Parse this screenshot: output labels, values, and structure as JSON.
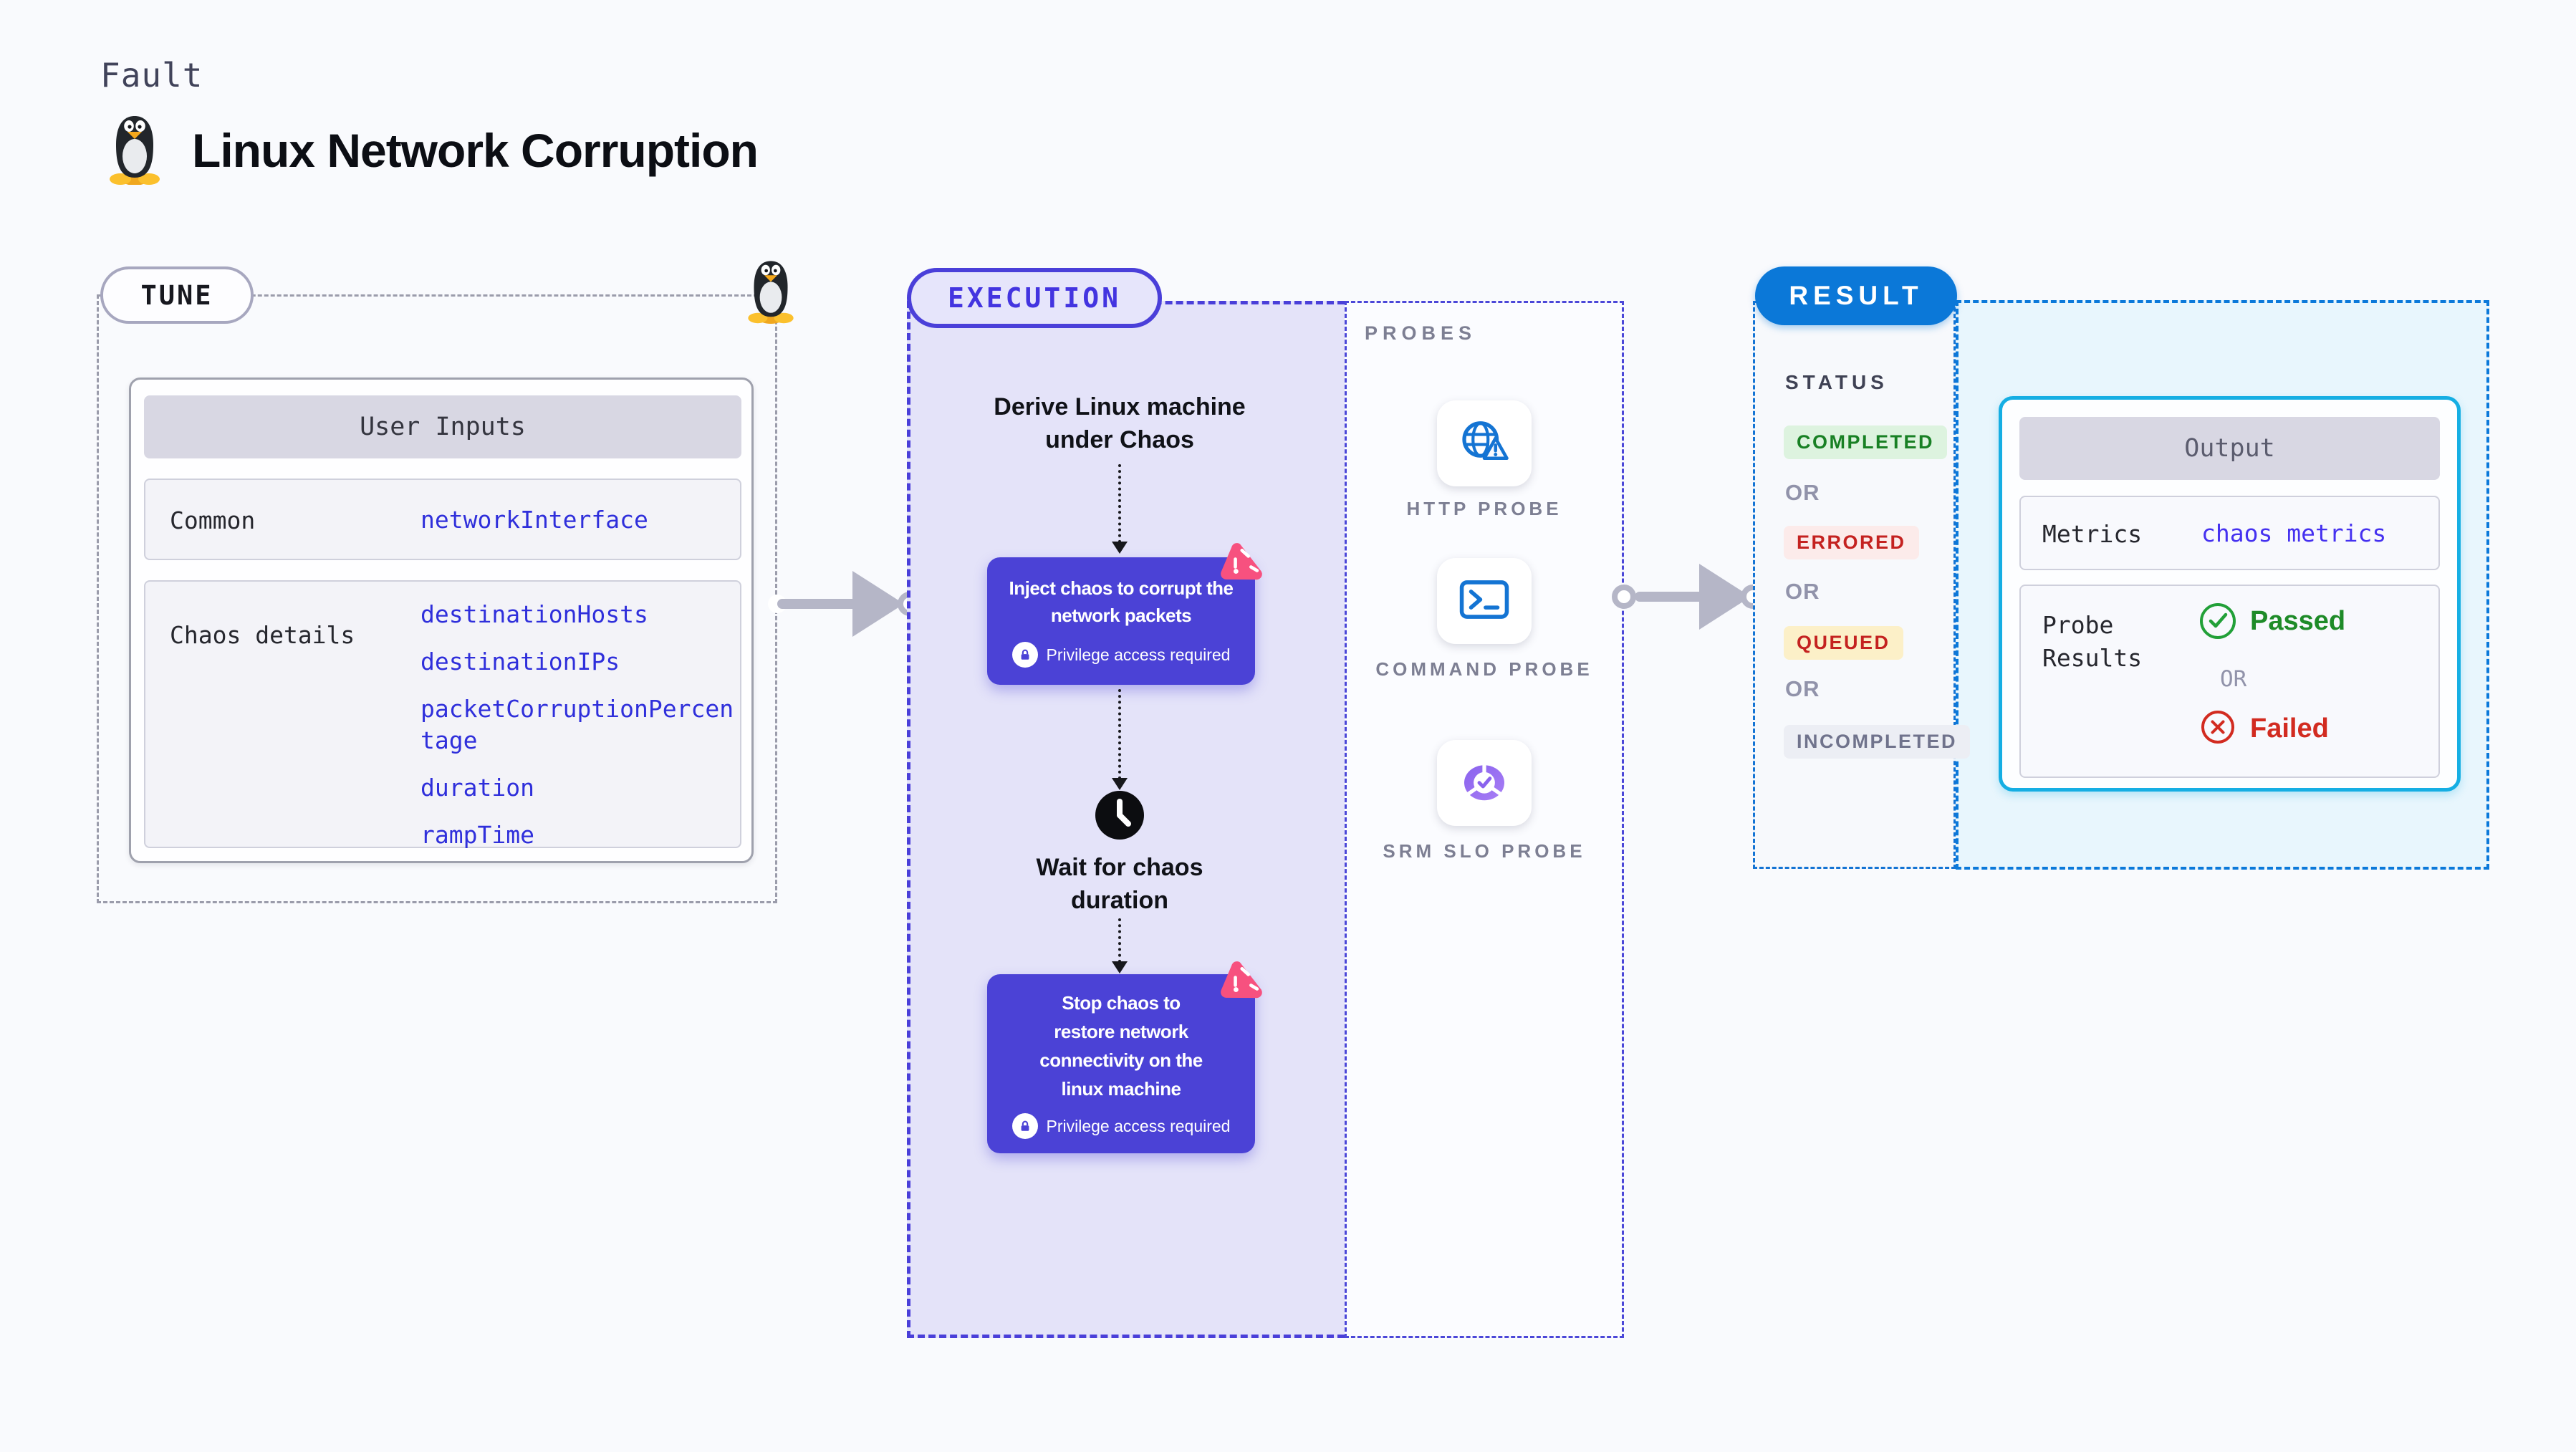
{
  "colors": {
    "background": "#f9fafd",
    "accent_purple": "#4b42d6",
    "execution_fill": "#e4e3f9",
    "result_blue": "#0b78d8",
    "output_border_cyan": "#15aee3",
    "output_fill_cyan": "#e8f6fd",
    "value_link_blue": "#2f2fdb",
    "arrow_gray": "#b5b6c7",
    "chaos_icon_pink": "#f7517f",
    "completed_green": "#188024",
    "errored_red": "#c42220",
    "passed_green": "#1e8b28",
    "failed_red": "#d22b20"
  },
  "header": {
    "eyebrow": "Fault",
    "title": "Linux Network Corruption",
    "title_icon": "linux-penguin-icon"
  },
  "tune": {
    "badge": "TUNE",
    "corner_icon": "linux-penguin-icon",
    "user_inputs": {
      "header": "User Inputs",
      "rows": [
        {
          "label": "Common",
          "values": [
            "networkInterface"
          ]
        },
        {
          "label": "Chaos details",
          "values": [
            "destinationHosts",
            "destinationIPs",
            "packetCorruptionPercentage",
            "duration",
            "rampTime"
          ]
        }
      ]
    }
  },
  "execution": {
    "badge": "EXECUTION",
    "steps": {
      "derive": "Derive Linux machine under Chaos",
      "inject": "Inject chaos to corrupt the network packets",
      "inject_icon": "chaos-spark-icon",
      "privilege": "Privilege access required",
      "privilege_icon": "lock-icon",
      "wait": "Wait for chaos duration",
      "wait_icon": "clock-icon",
      "stop": "Stop chaos to restore network connectivity on the linux machine",
      "stop_icon": "chaos-spark-icon"
    },
    "probes": {
      "heading": "PROBES",
      "items": [
        {
          "label": "HTTP PROBE",
          "icon": "globe-alert-icon"
        },
        {
          "label": "COMMAND PROBE",
          "icon": "terminal-icon"
        },
        {
          "label": "SRM SLO PROBE",
          "icon": "slo-donut-check-icon"
        }
      ]
    }
  },
  "result": {
    "badge": "RESULT",
    "status": {
      "heading": "STATUS",
      "or": "OR",
      "items": [
        {
          "label": "COMPLETED",
          "state": "completed"
        },
        {
          "label": "ERRORED",
          "state": "errored"
        },
        {
          "label": "QUEUED",
          "state": "queued"
        },
        {
          "label": "INCOMPLETED",
          "state": "incompleted"
        }
      ]
    },
    "output": {
      "header": "Output",
      "metrics_label": "Metrics",
      "metrics_value": "chaos metrics",
      "probe_results_label": "Probe Results",
      "passed": "Passed",
      "passed_icon": "check-circle-icon",
      "or": "OR",
      "failed": "Failed",
      "failed_icon": "x-circle-icon"
    }
  }
}
